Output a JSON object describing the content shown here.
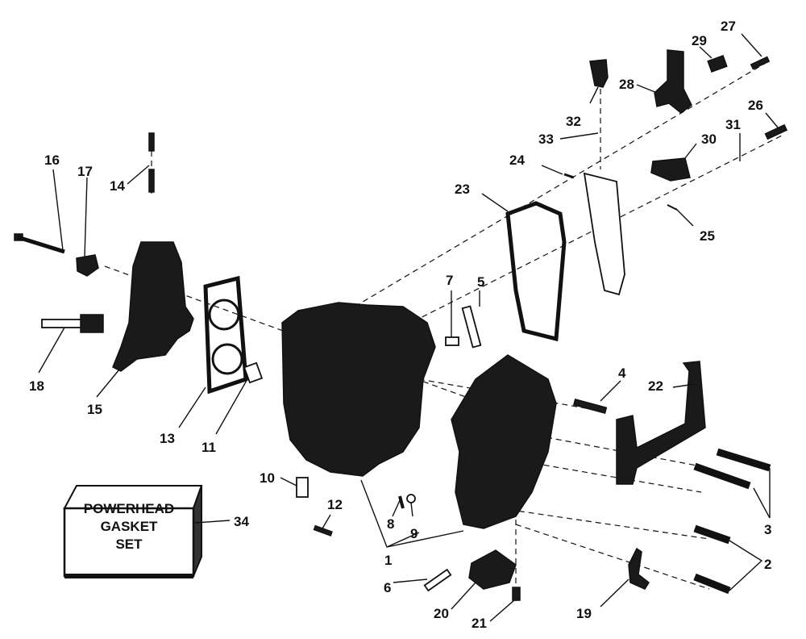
{
  "kit_box": {
    "line1": "POWERHEAD",
    "line2": "GASKET",
    "line3": "SET"
  },
  "callouts": [
    "1",
    "2",
    "3",
    "4",
    "5",
    "6",
    "7",
    "8",
    "9",
    "10",
    "11",
    "12",
    "13",
    "14",
    "15",
    "16",
    "17",
    "18",
    "19",
    "20",
    "21",
    "22",
    "23",
    "24",
    "25",
    "26",
    "27",
    "28",
    "29",
    "30",
    "31",
    "32",
    "33",
    "34"
  ],
  "colors": {
    "ink": "#111111",
    "paper": "#ffffff"
  }
}
